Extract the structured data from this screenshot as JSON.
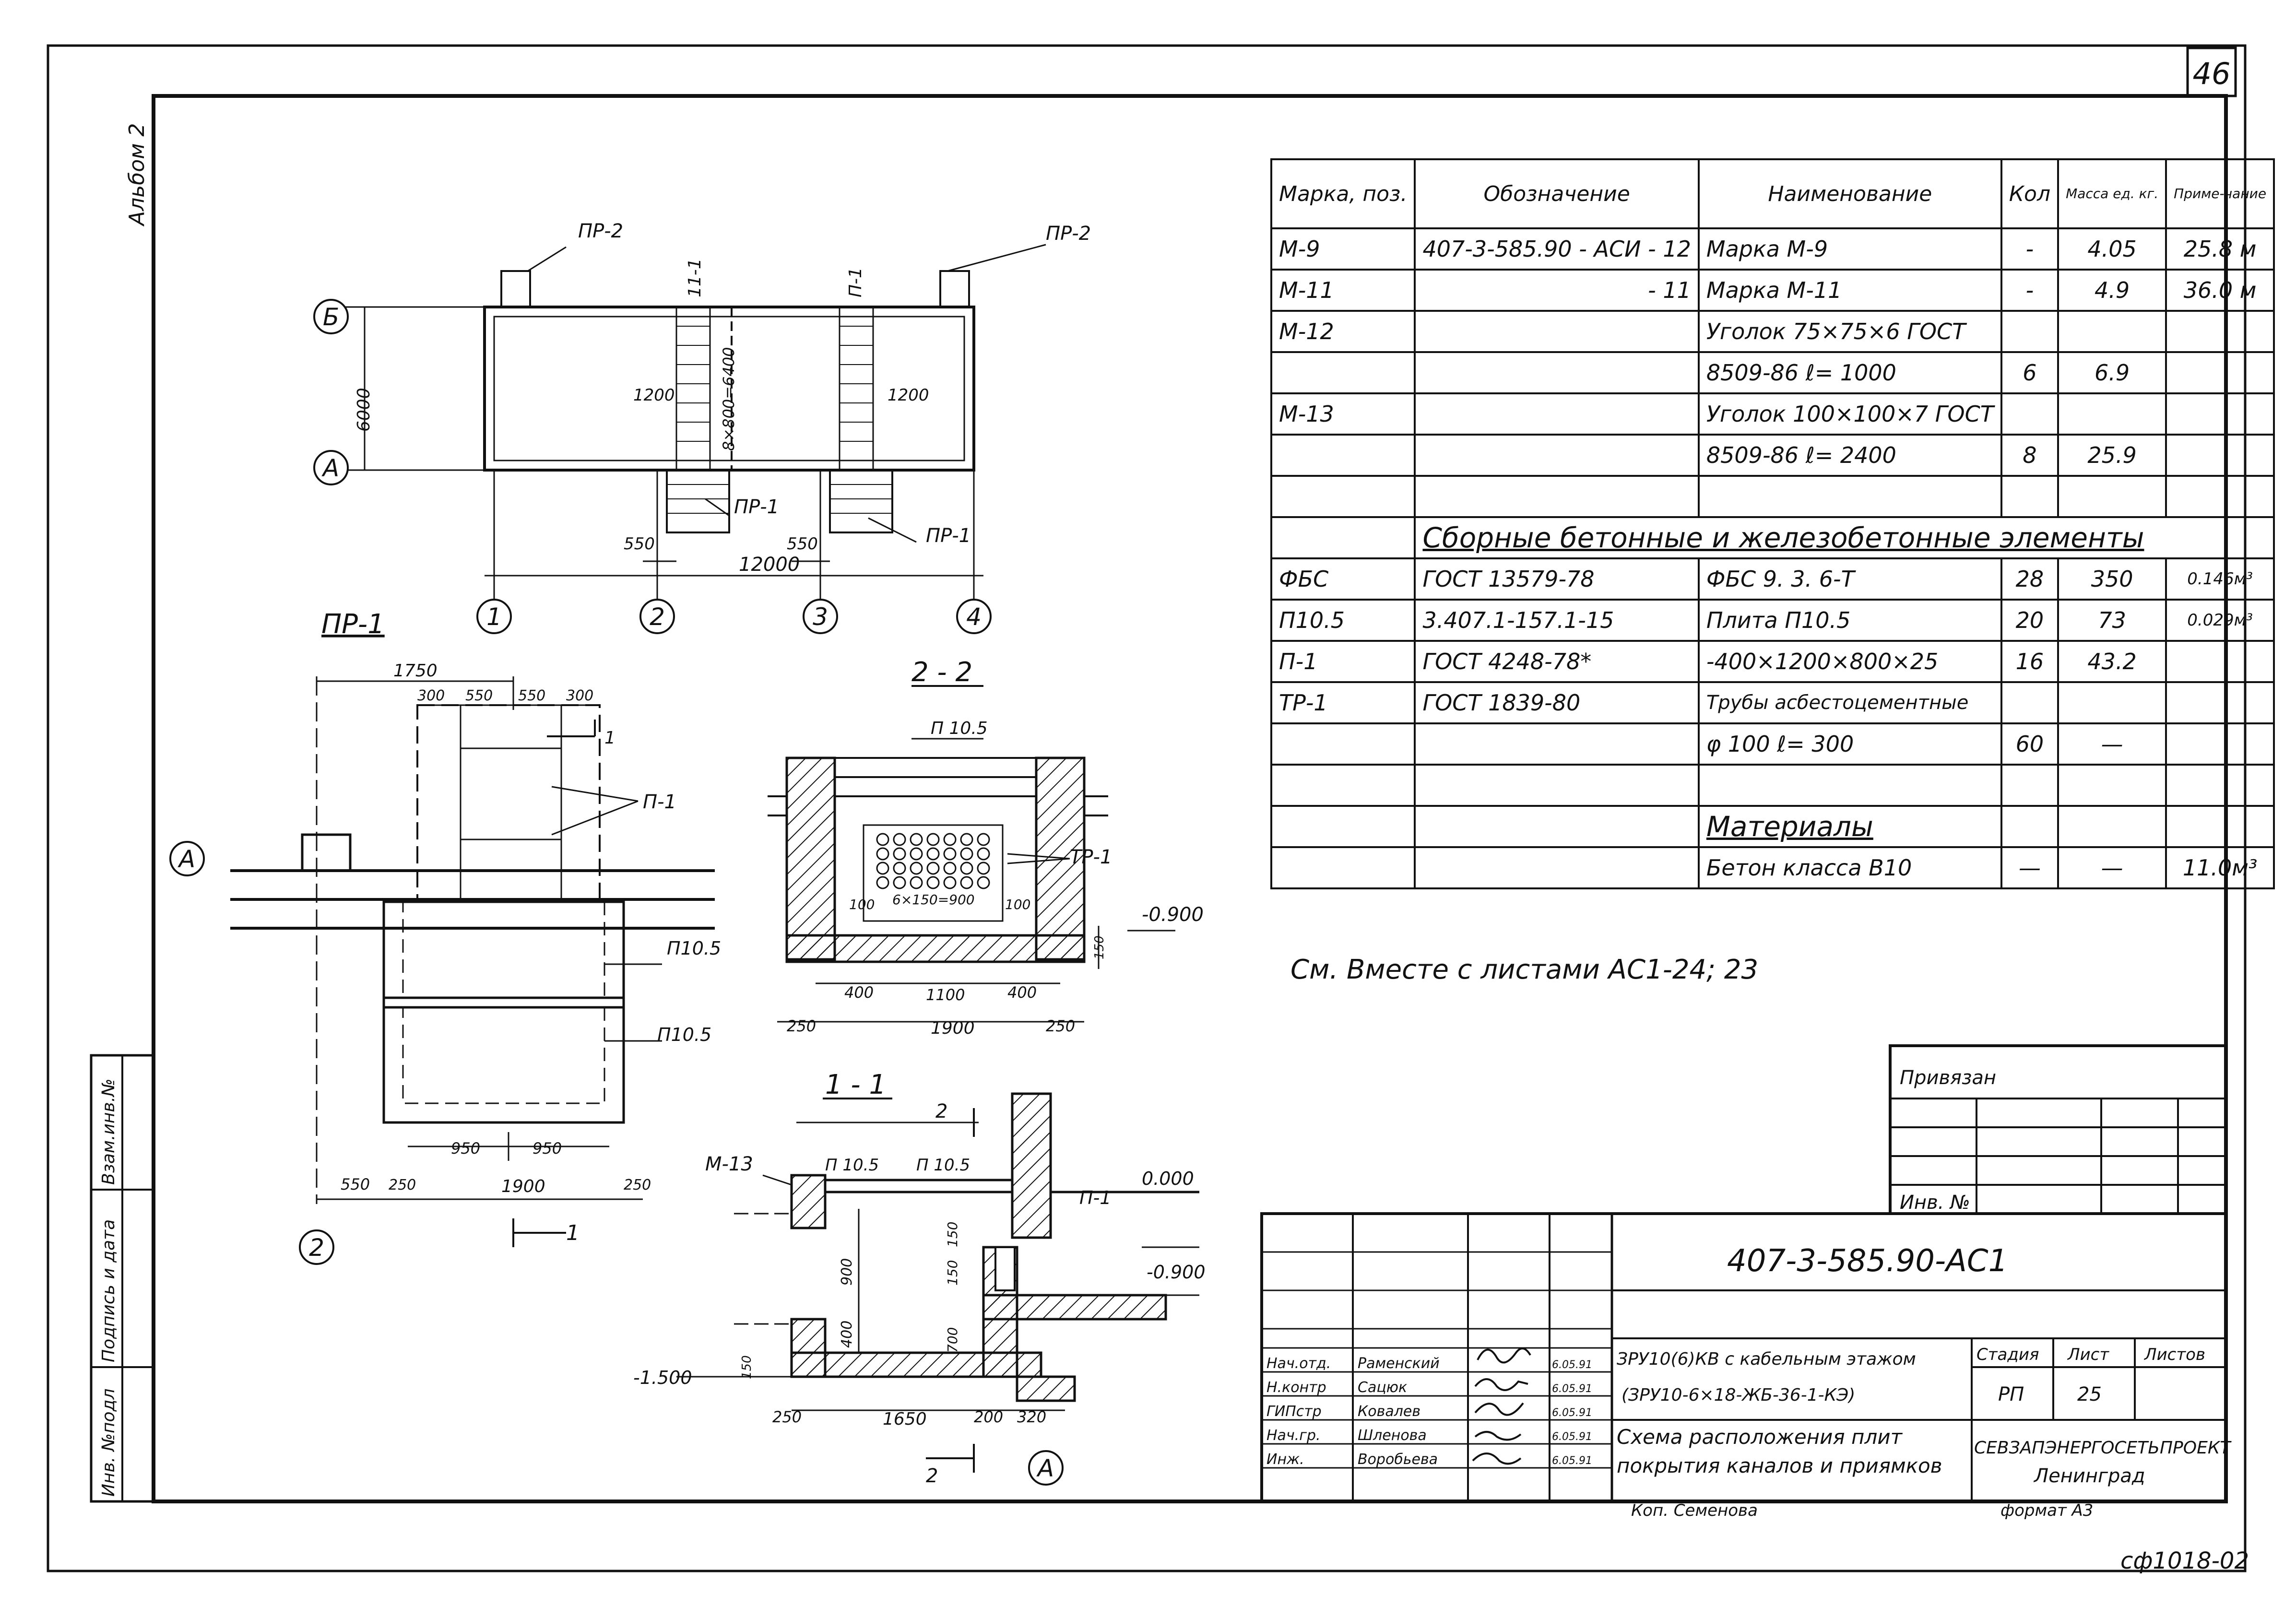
{
  "sheet": {
    "number": "46",
    "album": "Альбом 2",
    "note_ref": "См. Вместе с листами АС1-24; 23",
    "bottom_right_code": "сф1018-02",
    "format": "формат А3",
    "copied_by": "Коп. Семенова"
  },
  "left_strip": {
    "labels": [
      "Инв. №подл",
      "Подпись и дата",
      "Взам.инв.№"
    ]
  },
  "plan": {
    "grid_letters": [
      "Б",
      "А"
    ],
    "grid_numbers": [
      "1",
      "2",
      "3",
      "4"
    ],
    "labels": {
      "pr2_left": "ПР-2",
      "pr2_right": "ПР-2",
      "pr1_a": "ПР-1",
      "pr1_b": "ПР-1",
      "sec11": "11-1",
      "secP1": "П-1",
      "dim_6000": "6000",
      "dim_1200a": "1200",
      "dim_1200b": "1200",
      "dim_8x800": "8×800=6400",
      "dim_550a": "550",
      "dim_550b": "550",
      "dim_12000": "12000"
    }
  },
  "detail_pr1": {
    "title": "ПР-1",
    "axis_a": "А",
    "axis_2": "2",
    "dims": {
      "d1750": "1750",
      "d300a": "300",
      "d550a": "550",
      "d550b": "550",
      "d300b": "300",
      "d950a": "950",
      "d950b": "950",
      "d550c": "550",
      "d250a": "250",
      "d1900": "1900",
      "d250b": "250"
    },
    "labels": {
      "p1": "П-1",
      "p105a": "П10.5",
      "p105b": "П10.5",
      "cut": "1"
    }
  },
  "section22": {
    "title": "2 - 2",
    "labels": {
      "p105": "П 10.5",
      "tr1": "ТР-1",
      "elev": "-0.900",
      "d100a": "100",
      "d100b": "100",
      "pitch": "6×150=900",
      "d150": "150",
      "d400a": "400",
      "d1100": "1100",
      "d400b": "400",
      "d250a": "250",
      "d1900": "1900",
      "d250b": "250"
    }
  },
  "section11": {
    "title": "1 - 1",
    "labels": {
      "m13": "М-13",
      "p105a": "П 10.5",
      "p105b": "П 10.5",
      "cut2top": "2",
      "cut2bot": "2",
      "p1": "П-1",
      "elev0": "0.000",
      "elev09": "-0.900",
      "elev15": "-1.500",
      "d900": "900",
      "d400": "400",
      "d150a": "150",
      "d150b": "150",
      "d700": "700",
      "d150c": "150",
      "d250": "250",
      "d1650": "1650",
      "d200": "200",
      "d320": "320",
      "axisA": "А"
    }
  },
  "spec_table": {
    "headers": [
      "Марка, поз.",
      "Обозначение",
      "Наименование",
      "Кол",
      "Масса ед. кг.",
      "Приме-чание"
    ],
    "rows": [
      [
        "М-9",
        "407-3-585.90 - АСИ - 12",
        "Марка М-9",
        "-",
        "4.05",
        "25.8 м"
      ],
      [
        "М-11",
        "- 11",
        "Марка М-11",
        "-",
        "4.9",
        "36.0 м"
      ],
      [
        "М-12",
        "",
        "Уголок 75×75×6 ГОСТ",
        "",
        "",
        ""
      ],
      [
        "",
        "",
        "8509-86   ℓ= 1000",
        "6",
        "6.9",
        ""
      ],
      [
        "М-13",
        "",
        "Уголок 100×100×7 ГОСТ",
        "",
        "",
        ""
      ],
      [
        "",
        "",
        "8509-86   ℓ= 2400",
        "8",
        "25.9",
        ""
      ],
      [
        "",
        "",
        "",
        "",
        "",
        ""
      ],
      [
        "ФБС",
        "ГОСТ 13579-78",
        "ФБС 9. 3. 6-Т",
        "28",
        "350",
        "0.146м³"
      ],
      [
        "П10.5",
        "3.407.1-157.1-15",
        "Плита П10.5",
        "20",
        "73",
        "0.029м³"
      ],
      [
        "П-1",
        "ГОСТ 4248-78*",
        "-400×1200×800×25",
        "16",
        "43.2",
        ""
      ],
      [
        "ТР-1",
        "ГОСТ 1839-80",
        "Трубы асбестоцементные",
        "",
        "",
        ""
      ],
      [
        "",
        "",
        "φ 100   ℓ= 300",
        "60",
        "—",
        ""
      ],
      [
        "",
        "",
        "",
        "",
        "",
        ""
      ],
      [
        "",
        "",
        "Материалы",
        "",
        "",
        ""
      ],
      [
        "",
        "",
        "Бетон класса В10",
        "—",
        "—",
        "11.0м³"
      ]
    ],
    "section_prefab": "Сборные бетонные и железобетонные элементы"
  },
  "stamp": {
    "attached": "Привязан",
    "inv_no": "Инв. №",
    "doc_code": "407-3-585.90-АС1",
    "project_l1": "ЗРУ10(6)КВ с кабельным этажом",
    "project_l2": "(ЗРУ10-6×18-ЖБ-36-1-КЭ)",
    "sheet_title_l1": "Схема расположения плит",
    "sheet_title_l2": "покрытия каналов и приямков",
    "stage_h": "Стадия",
    "list_h": "Лист",
    "lists_h": "Листов",
    "stage": "РП",
    "list": "25",
    "org_l1": "СЕВЗАПЭНЕРГОСЕТЬПРОЕКТ",
    "org_l2": "Ленинград",
    "roles": [
      {
        "role": "Нач.отд.",
        "name": "Раменский",
        "date": "6.05.91"
      },
      {
        "role": "Н.контр",
        "name": "Сацюк",
        "date": "6.05.91"
      },
      {
        "role": "ГИПстр",
        "name": "Ковалев",
        "date": "6.05.91"
      },
      {
        "role": "Нач.гр.",
        "name": "Шленова",
        "date": "6.05.91"
      },
      {
        "role": "Инж.",
        "name": "Воробьева",
        "date": "6.05.91"
      }
    ]
  }
}
